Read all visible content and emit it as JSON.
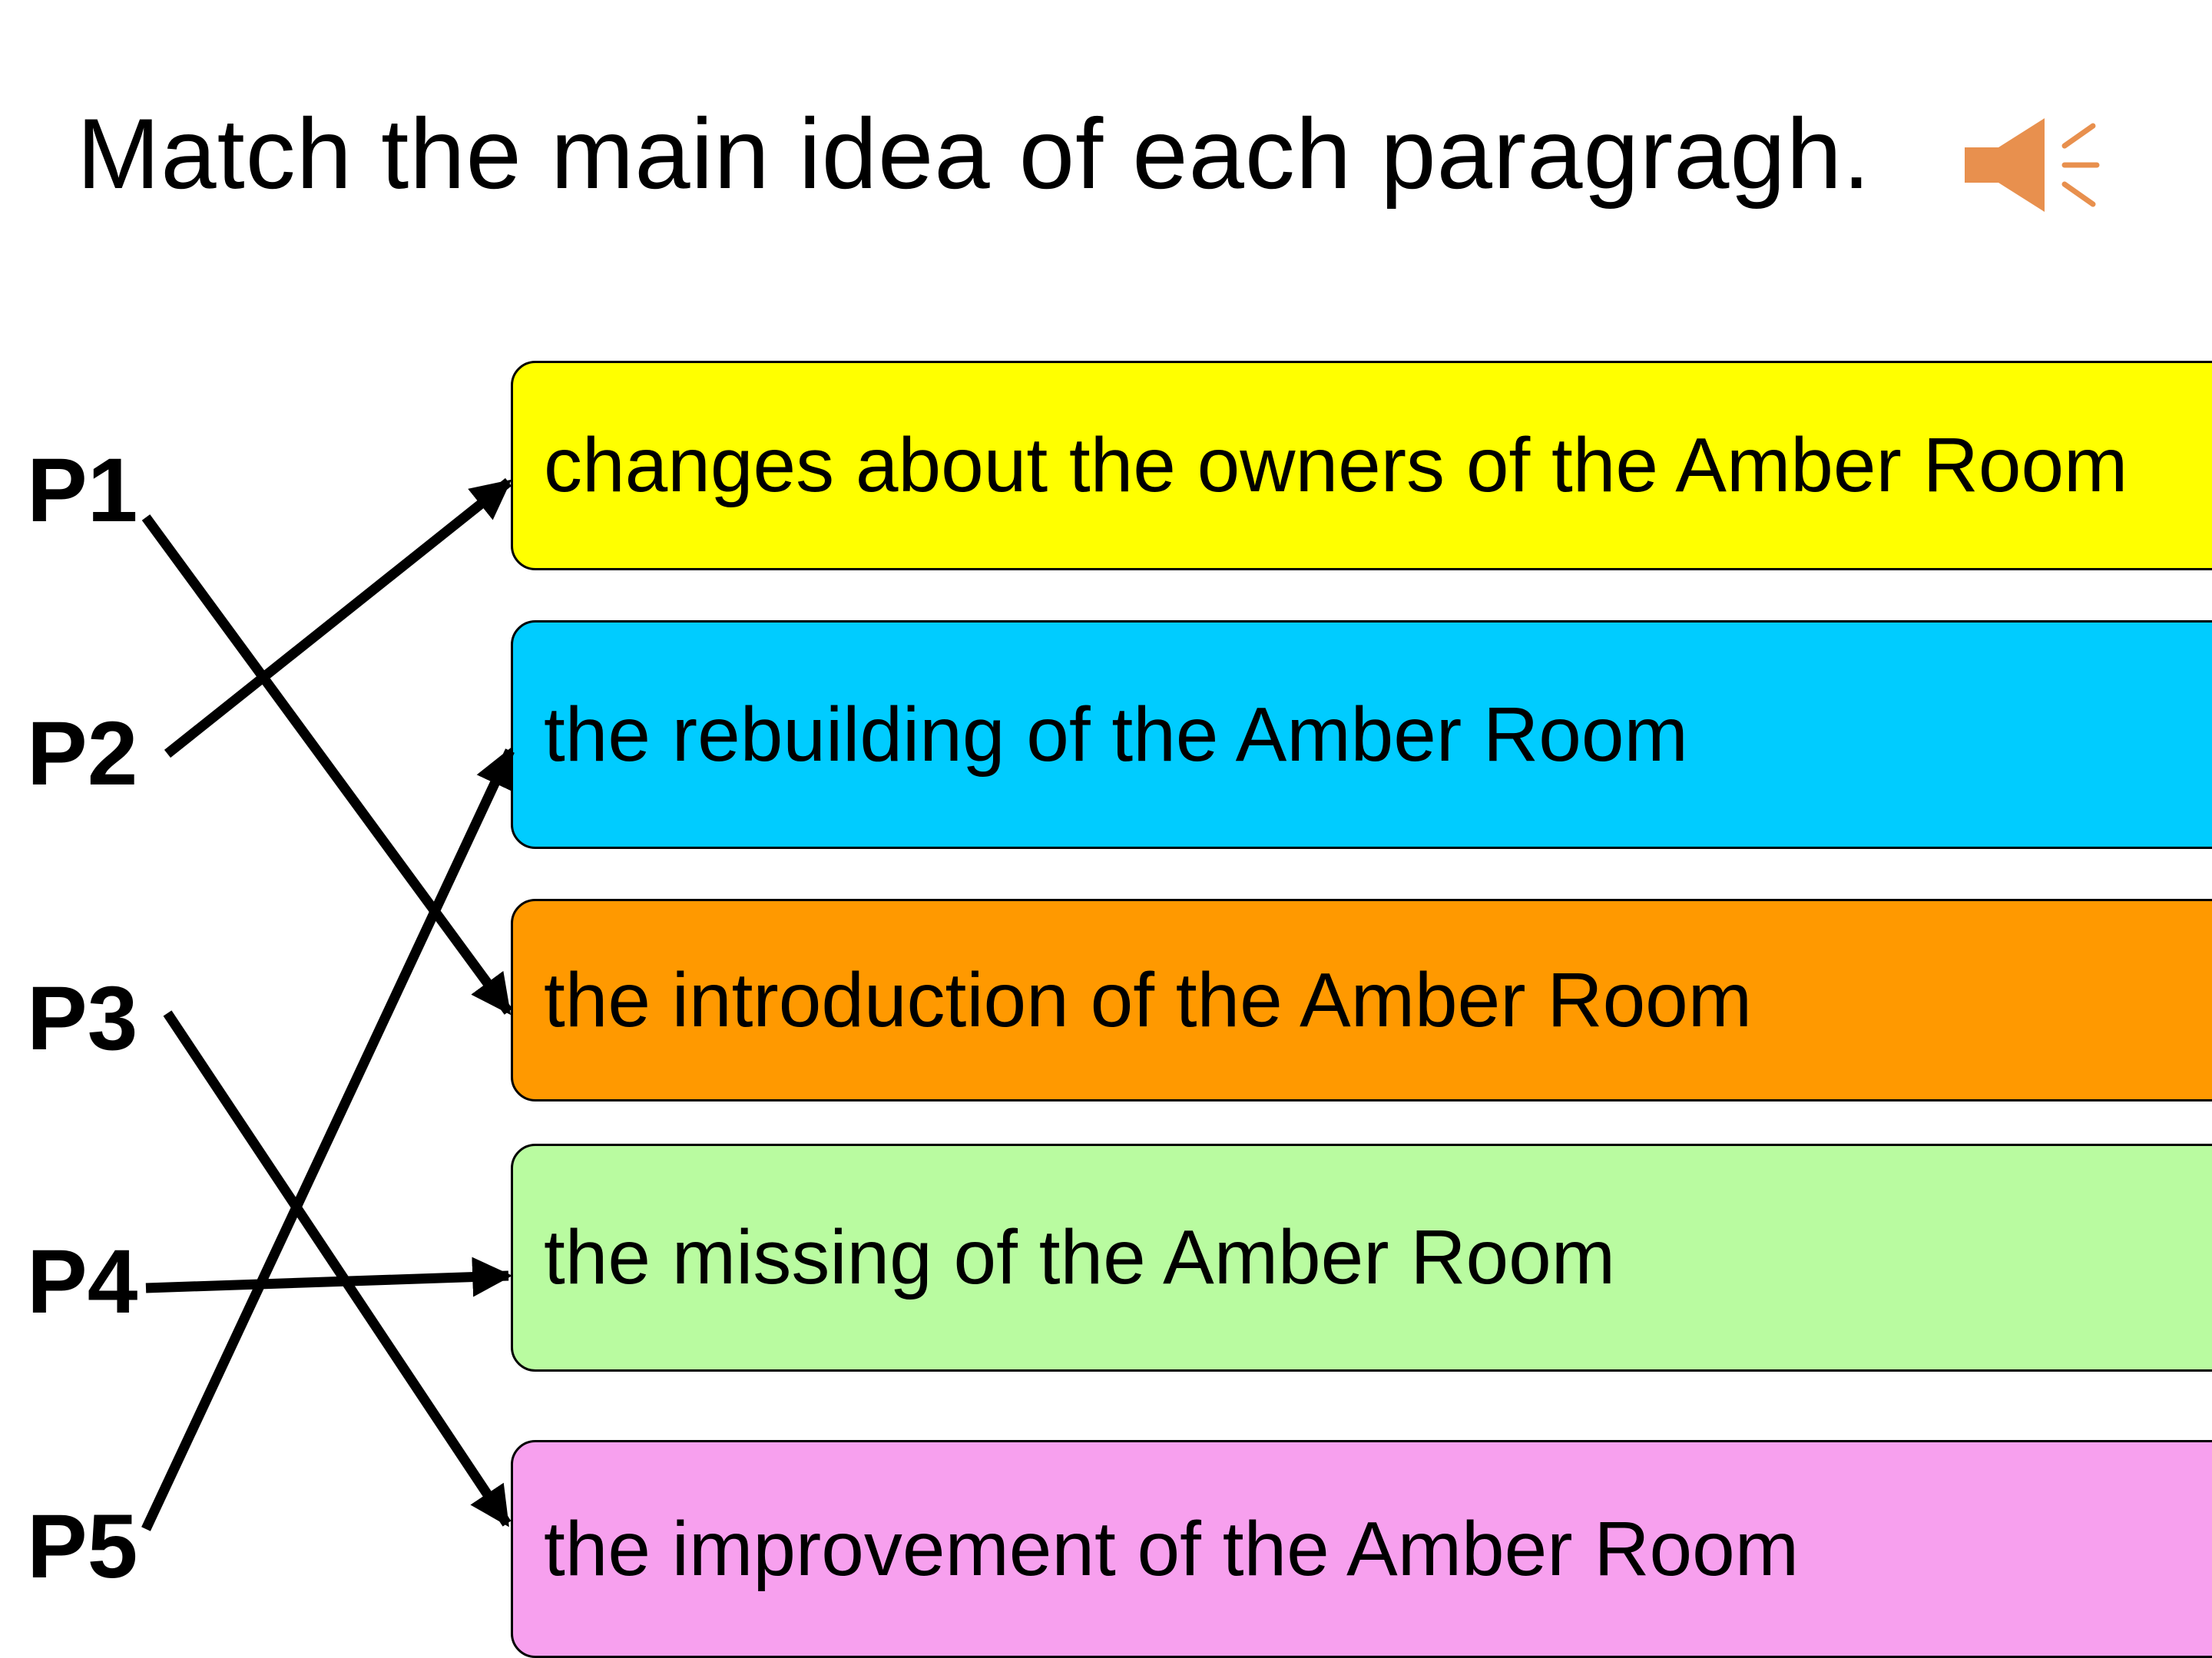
{
  "title": "Match the main idea of each paragragh.",
  "speaker_icon": "speaker-icon",
  "colors": {
    "speaker": "#E8904E",
    "box_yellow": "#FFFF00",
    "box_blue": "#00CCFF",
    "box_orange": "#FF9900",
    "box_green": "#B9FBA0",
    "box_pink": "#F7A0EE"
  },
  "paragraphs": [
    "P1",
    "P2",
    "P3",
    "P4",
    "P5"
  ],
  "options": [
    "changes about the owners of the Amber Room",
    "the rebuilding of the Amber Room",
    "the introduction of the Amber Room",
    "the missing of the Amber Room",
    "the improvement of the Amber Room"
  ],
  "matches": [
    {
      "paragraph": "P1",
      "option": "the introduction of the Amber Room"
    },
    {
      "paragraph": "P2",
      "option": "changes about the owners of the Amber Room"
    },
    {
      "paragraph": "P3",
      "option": "the improvement of the Amber Room"
    },
    {
      "paragraph": "P4",
      "option": "the missing of the Amber Room"
    },
    {
      "paragraph": "P5",
      "option": "the rebuilding of the Amber Room"
    }
  ]
}
